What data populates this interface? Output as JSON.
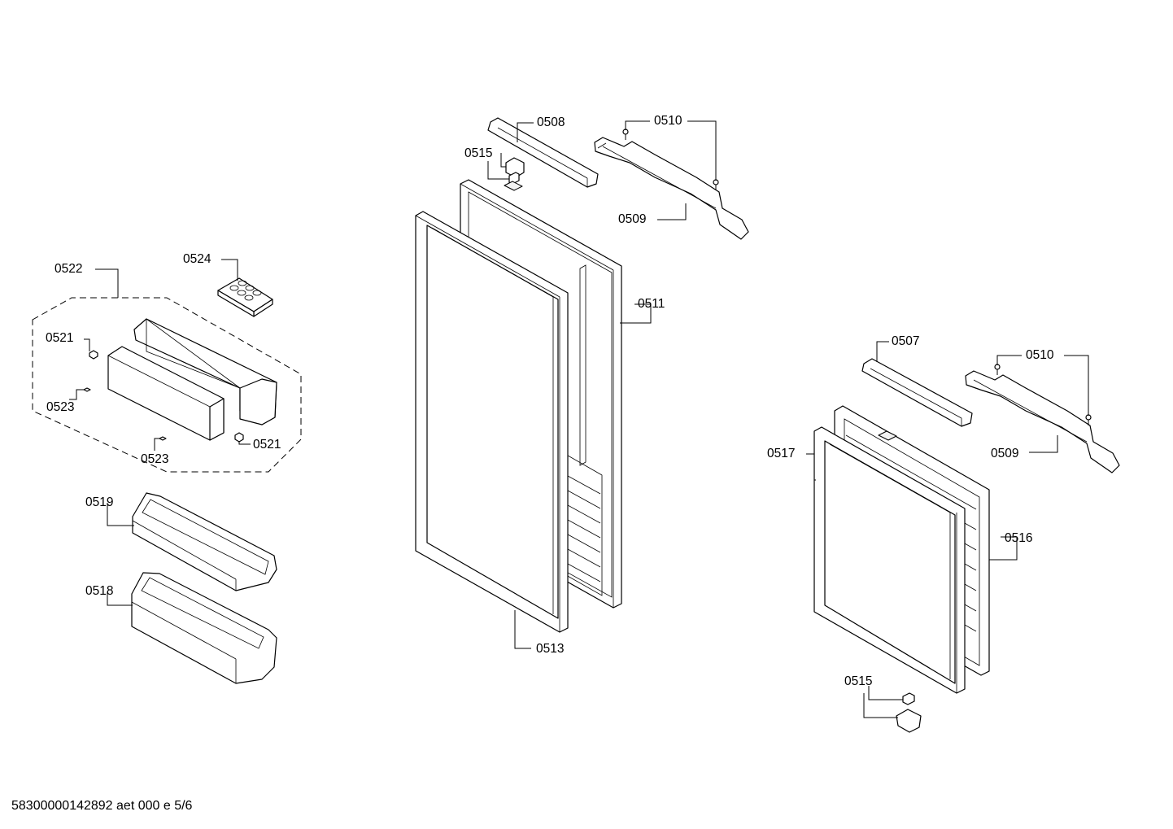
{
  "diagram": {
    "labels": {
      "l0508": "0508",
      "l0510a": "0510",
      "l0515a": "0515",
      "l0509a": "0509",
      "l0511": "0511",
      "l0522": "0522",
      "l0524": "0524",
      "l0521a": "0521",
      "l0523a": "0523",
      "l0523b": "0523",
      "l0521b": "0521",
      "l0519": "0519",
      "l0518": "0518",
      "l0513": "0513",
      "l0507": "0507",
      "l0510b": "0510",
      "l0517": "0517",
      "l0509b": "0509",
      "l0516": "0516",
      "l0515b": "0515"
    },
    "footer": "58300000142892 aet 000 e 5/6"
  }
}
